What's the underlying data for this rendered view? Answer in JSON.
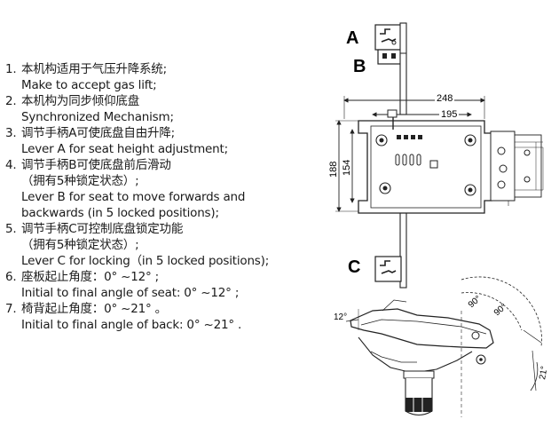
{
  "specs": [
    {
      "num": "1.",
      "cn": "本机构适用于气压升降系统;",
      "en": [
        "Make to accept gas lift;"
      ]
    },
    {
      "num": "2.",
      "cn": "本机构为同步倾仰底盘",
      "en": [
        "Synchronized Mechanism;"
      ]
    },
    {
      "num": "3.",
      "cn": "调节手柄A可使底盘自由升降;",
      "en": [
        "Lever A for seat height adjustment;"
      ]
    },
    {
      "num": "4.",
      "cn": "调节手柄B可使底盘前后滑动",
      "en": [
        "（拥有5种锁定状态）;",
        "Lever B for seat to move forwards  and",
        "backwards (in 5 locked positions);"
      ]
    },
    {
      "num": "5.",
      "cn": "调节手柄C可控制底盘锁定功能",
      "en": [
        "（拥有5种锁定状态）;",
        "Lever C for locking（in 5 locked positions);"
      ]
    },
    {
      "num": "6.",
      "cn": "座板起止角度：0° ~12° ;",
      "en": [
        "Initial to final angle of seat: 0° ~12° ;"
      ]
    },
    {
      "num": "7.",
      "cn": "椅背起止角度：0° ~21° 。",
      "en": [
        "Initial to final angle of back: 0° ~21° ."
      ]
    }
  ],
  "diagram": {
    "labels": {
      "a": "A",
      "b": "B",
      "c": "C"
    },
    "dims": {
      "width_outer": "248",
      "width_inner": "195",
      "height_outer": "188",
      "height_inner": "154"
    },
    "angles": {
      "a1": "90°",
      "a2": "90°",
      "seat": "12°",
      "back": "21°"
    }
  }
}
